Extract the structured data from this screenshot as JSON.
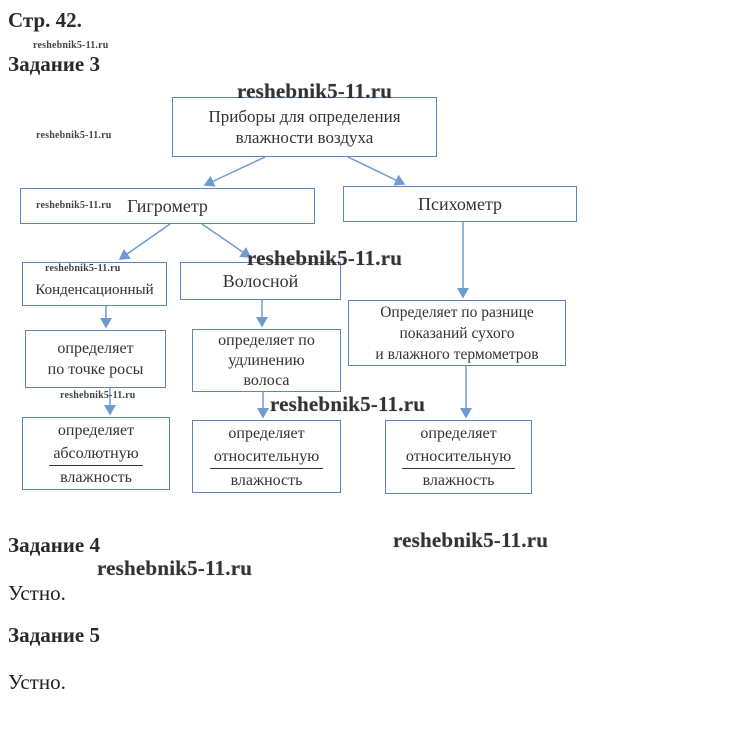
{
  "page_title": "Стр. 42.",
  "task3": {
    "heading": "Задание 3",
    "diagram": {
      "root": [
        "Приборы для определения",
        "влажности воздуха"
      ],
      "hygrometer": "Гигрометр",
      "psychrometer": "Психометр",
      "condensation": "Конденсационный",
      "hair": "Волосной",
      "dew_point": [
        "определяет",
        "по точке росы"
      ],
      "hair_length": [
        "определяет по",
        "удлинению",
        "волоса"
      ],
      "psych_def": [
        "Определяет по разнице",
        "показаний сухого",
        "и влажного термометров"
      ],
      "absolute": [
        "определяет",
        "абсолютную",
        "влажность"
      ],
      "relative1": [
        "определяет",
        "относительную",
        "влажность"
      ],
      "relative2": [
        "определяет",
        "относительную",
        "влажность"
      ]
    }
  },
  "task4": {
    "heading": "Задание 4",
    "answer": "Устно."
  },
  "task5": {
    "heading": "Задание 5",
    "answer": "Устно."
  },
  "watermark": "reshebnik5-11.ru",
  "colors": {
    "box_border": "#5f86b8",
    "arrow": "#6f9bd0"
  }
}
